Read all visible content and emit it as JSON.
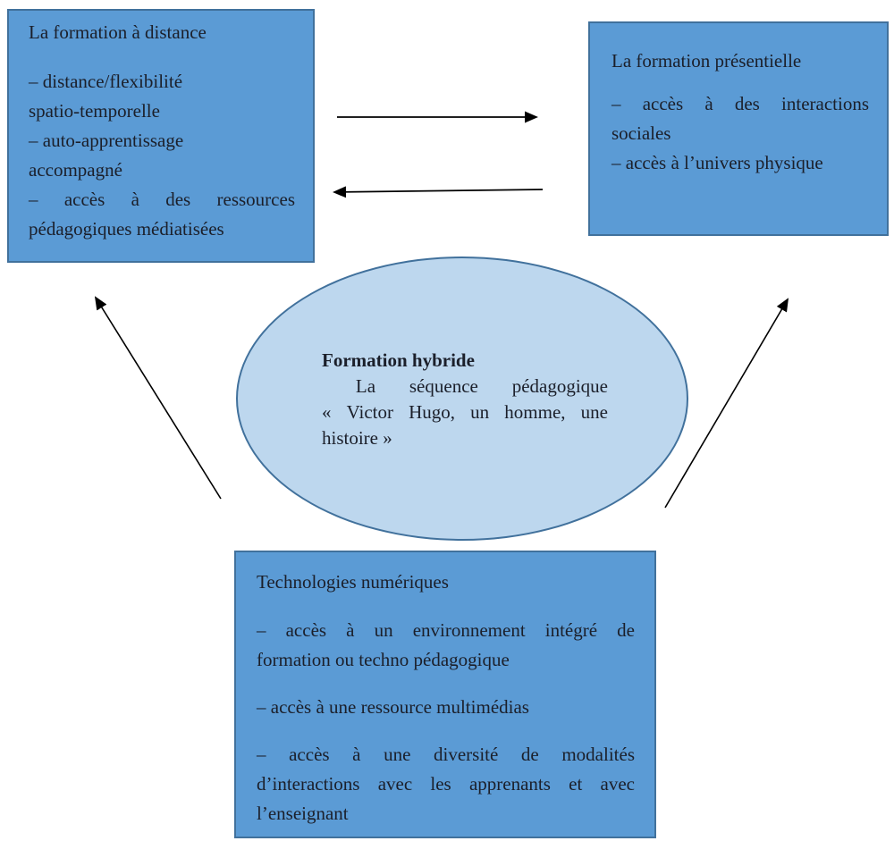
{
  "colors": {
    "box_fill": "#5b9bd5",
    "box_border": "#41719c",
    "ellipse_fill": "#bdd7ee",
    "ellipse_border": "#41719c",
    "arrow": "#000000",
    "text": "#1b1f2a",
    "background": "#ffffff"
  },
  "boxes": {
    "distance": {
      "title": "La formation à distance",
      "lines": [
        "– distance/flexibilité",
        "spatio-temporelle",
        "– auto-apprentissage",
        "accompagné",
        "– accès à des ressources",
        "pédagogiques médiatisées"
      ]
    },
    "presentielle": {
      "title": "La formation présentielle",
      "lines": [
        "– accès à des interactions",
        "sociales",
        "– accès à l’univers physique"
      ]
    },
    "technologies": {
      "title": "Technologies numériques",
      "paragraphs": [
        [
          "– accès à un environnement intégré de",
          "formation ou techno pédagogique"
        ],
        [
          "– accès à une ressource multimédias"
        ],
        [
          "– accès à une diversité de modalités",
          "d’interactions avec les apprenants et avec",
          "l’enseignant"
        ]
      ]
    }
  },
  "ellipse": {
    "title": "Formation hybride",
    "lines": [
      " La séquence pédagogique",
      "« Victor Hugo, un homme, une",
      "histoire »"
    ]
  },
  "arrows": [
    {
      "name": "arrow-distance-to-presentielle",
      "from": "La formation à distance",
      "to": "La formation présentielle"
    },
    {
      "name": "arrow-presentielle-to-distance",
      "from": "La formation présentielle",
      "to": "La formation à distance"
    },
    {
      "name": "arrow-technologies-to-distance",
      "from": "Technologies numériques",
      "to": "La formation à distance"
    },
    {
      "name": "arrow-technologies-to-presentielle",
      "from": "Technologies numériques",
      "to": "La formation présentielle"
    }
  ]
}
